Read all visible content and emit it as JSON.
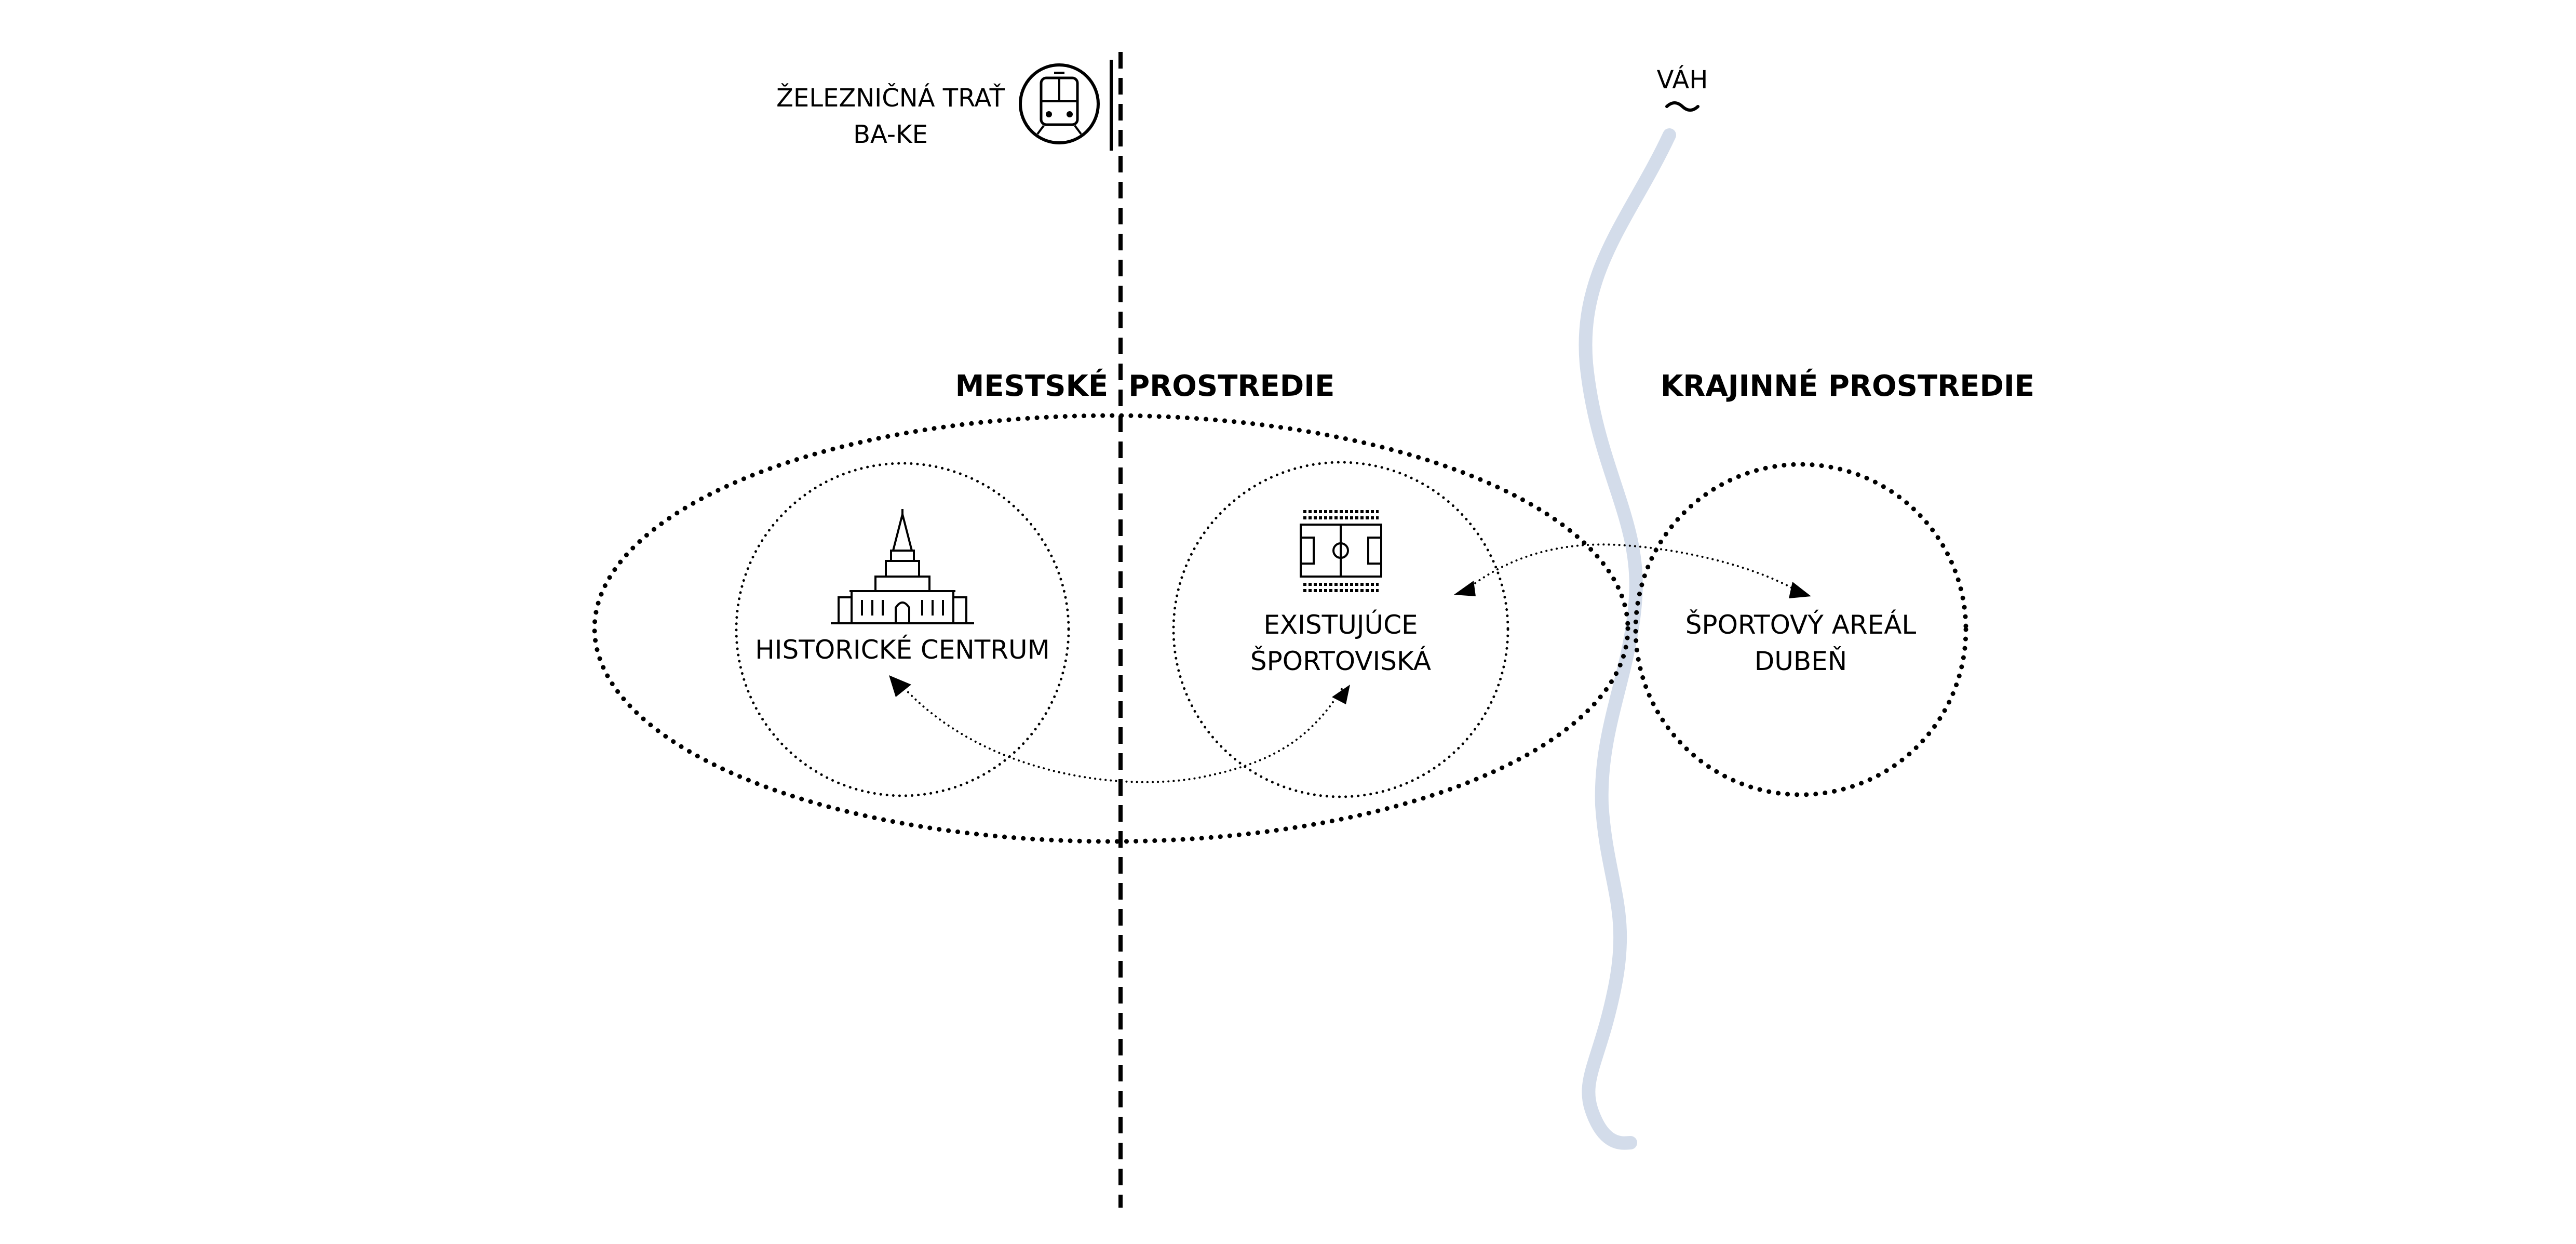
{
  "railway": {
    "label_line1": "ŽELEZNIČNÁ TRAŤ",
    "label_line2": "BA-KE",
    "icon": "train-icon"
  },
  "river": {
    "label": "VÁH",
    "icon": "water-wave-icon",
    "color": "#d3dcea"
  },
  "zones": {
    "urban_title": "MESTSKÉ  PROSTREDIE",
    "landscape_title": "KRAJINNÉ PROSTREDIE"
  },
  "nodes": {
    "historic": {
      "label": "HISTORICKÉ CENTRUM",
      "icon": "church-tower-icon"
    },
    "sports": {
      "label_line1": "EXISTUJÚCE",
      "label_line2": "ŠPORTOVISKÁ",
      "icon": "football-pitch-icon"
    },
    "areal": {
      "label_line1": "ŠPORTOVÝ AREÁL",
      "label_line2": "DUBEŇ"
    }
  },
  "colors": {
    "ink": "#000000",
    "river": "#d3dcea"
  }
}
